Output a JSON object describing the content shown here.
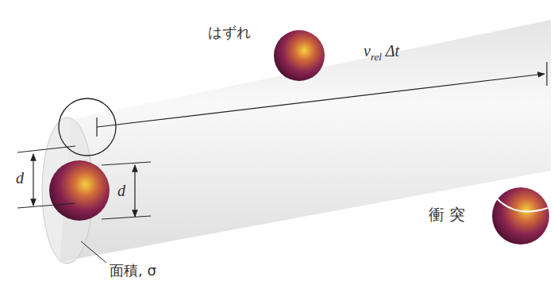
{
  "diagram": {
    "labels": [
      "はずれ",
      "vrel Δt",
      "d",
      "d",
      "衝 突",
      "面積, σ"
    ]
  }
}
